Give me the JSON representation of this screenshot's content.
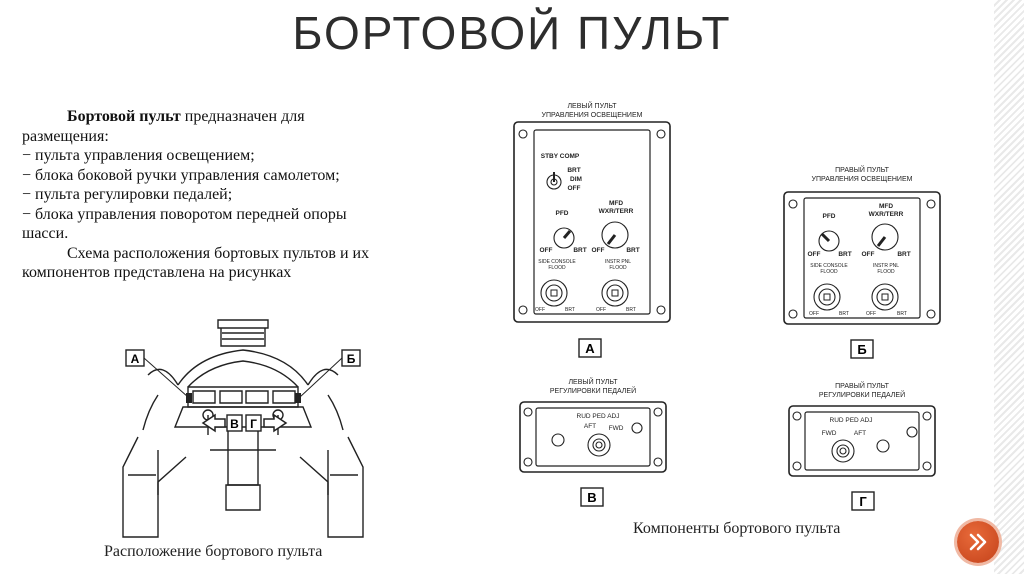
{
  "slide": {
    "title": "БОРТОВОЙ ПУЛЬТ",
    "intro_bold": "Бортовой пульт",
    "intro_rest": " предназначен для",
    "lines": [
      "размещения:",
      "− пульта управления освещением;",
      "− блока боковой ручки управления самолетом;",
      "− пульта регулировки педалей;",
      "− блока управления поворотом передней опоры",
      "шасси."
    ],
    "scheme_line1": "Схема расположения бортовых пультов и их",
    "scheme_line2": "компонентов представлена на рисунках",
    "caption_left": "Расположение бортового пульта",
    "caption_right": "Компоненты бортового пульта"
  },
  "cockpit": {
    "label_a": "А",
    "label_b": "Б",
    "label_v": "В",
    "label_g": "Г"
  },
  "panels": {
    "a": {
      "title_1": "ЛЕВЫЙ ПУЛЬТ",
      "title_2": "УПРАВЛЕНИЯ ОСВЕЩЕНИЕМ",
      "stby": "STBY COMP",
      "brt": "BRT",
      "dim": "DIM",
      "off": "OFF",
      "pfd": "PFD",
      "mfd": "MFD",
      "wxr": "WXR/TERR",
      "side_1": "SIDE CONSOLE",
      "side_2": "FLOOD",
      "instr_1": "INSTR PNL",
      "instr_2": "FLOOD",
      "letter": "А"
    },
    "b": {
      "title_1": "ПРАВЫЙ ПУЛЬТ",
      "title_2": "УПРАВЛЕНИЯ ОСВЕЩЕНИЕМ",
      "pfd": "PFD",
      "mfd": "MFD",
      "wxr": "WXR/TERR",
      "off": "OFF",
      "brt": "BRT",
      "side_1": "SIDE CONSOLE",
      "side_2": "FLOOD",
      "instr_1": "INSTR PNL",
      "instr_2": "FLOOD",
      "letter": "Б"
    },
    "v": {
      "title_1": "ЛЕВЫЙ ПУЛЬТ",
      "title_2": "РЕГУЛИРОВКИ ПЕДАЛЕЙ",
      "rud": "RUD PED ADJ",
      "aft": "AFT",
      "fwd": "FWD",
      "letter": "В"
    },
    "g": {
      "title_1": "ПРАВЫЙ ПУЛЬТ",
      "title_2": "РЕГУЛИРОВКИ ПЕДАЛЕЙ",
      "rud": "RUD PED ADJ",
      "fwd": "FWD",
      "aft": "AFT",
      "letter": "Г"
    }
  },
  "icons": {
    "next": "chevron-double-right-icon"
  }
}
